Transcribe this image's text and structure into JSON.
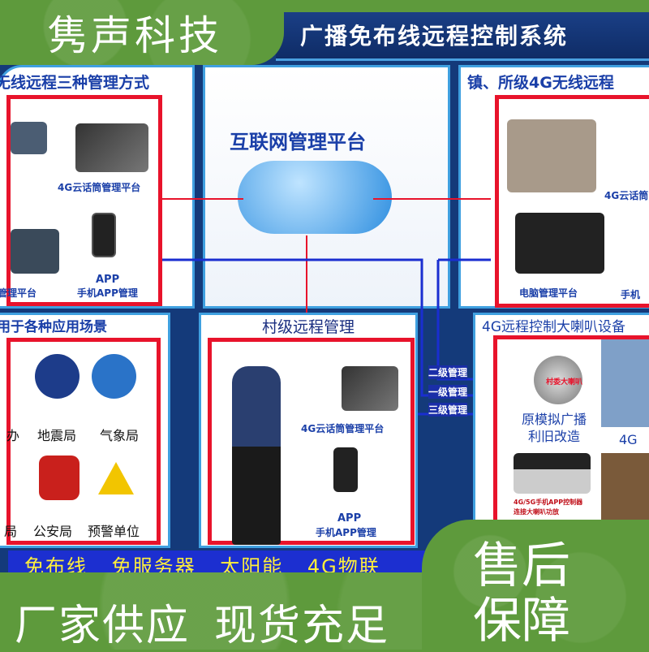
{
  "brand": "隽声科技",
  "header_title": "广播免布线远程控制系统",
  "panels": {
    "top_left": {
      "title": "无线远程三种管理方式",
      "mic_label": "4G云话筒管理平台",
      "app_label": "APP",
      "app_sub": "手机APP管理",
      "pc_label": "电脑管理平台"
    },
    "center": {
      "title": "互联网管理平台"
    },
    "top_right": {
      "title": "镇、所级4G无线远程",
      "mic_label": "4G云话筒",
      "pc_label": "电脑管理平台",
      "app_label": "手机"
    },
    "bottom_left": {
      "title": "用于各种应用场景",
      "items": [
        "办",
        "地震局",
        "气象局",
        "局",
        "公安局",
        "预警单位"
      ]
    },
    "bottom_center": {
      "title": "村级远程管理",
      "mic_label": "4G云话筒管理平台",
      "app_label": "APP",
      "app_sub": "手机APP管理"
    },
    "bottom_right": {
      "title": "4G远程控制大喇叭设备",
      "speaker_tag": "村委大喇叭",
      "caption1": "原模拟广播",
      "caption2": "利旧改造",
      "device_label1": "4G/5G手机APP控制器",
      "device_label2": "连接大喇叭功放",
      "side_label": "4G"
    }
  },
  "arrows": [
    "二级管理",
    "一级管理",
    "三级管理"
  ],
  "banner": "免布线 免服务器 太阳能 4G物联",
  "slogan": [
    "厂家供应",
    "现货充足"
  ],
  "after_sales": [
    "售后",
    "保障"
  ],
  "colors": {
    "green": "#5e9a3c",
    "navy": "#143a7a",
    "red": "#e8132b",
    "blue_text": "#1a3fa8",
    "banner_yellow": "#ffef3a"
  }
}
